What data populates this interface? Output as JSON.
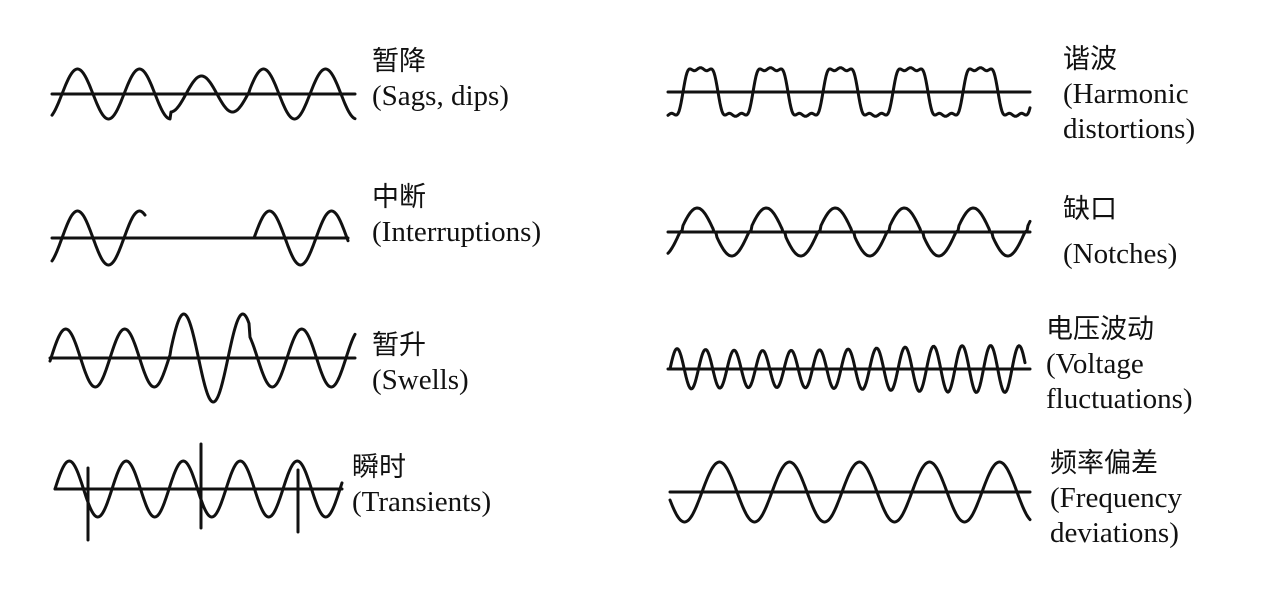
{
  "disturbances": [
    {
      "id": "sags",
      "zh": "暂降",
      "en": [
        "(Sags, dips)"
      ]
    },
    {
      "id": "interruptions",
      "zh": "中断",
      "en": [
        "(Interruptions)"
      ]
    },
    {
      "id": "swells",
      "zh": "暂升",
      "en": [
        "(Swells)"
      ]
    },
    {
      "id": "transients",
      "zh": "瞬时",
      "en": [
        "(Transients)"
      ]
    },
    {
      "id": "harmonics",
      "zh": "谐波",
      "en": [
        "(Harmonic",
        "distortions)"
      ]
    },
    {
      "id": "notches",
      "zh": "缺口",
      "en": [
        "(Notches)"
      ]
    },
    {
      "id": "voltage-fluctuations",
      "zh": "电压波动",
      "en": [
        "(Voltage",
        "fluctuations)"
      ]
    },
    {
      "id": "frequency-deviations",
      "zh": "频率偏差",
      "en": [
        "(Frequency",
        "deviations)"
      ]
    }
  ]
}
